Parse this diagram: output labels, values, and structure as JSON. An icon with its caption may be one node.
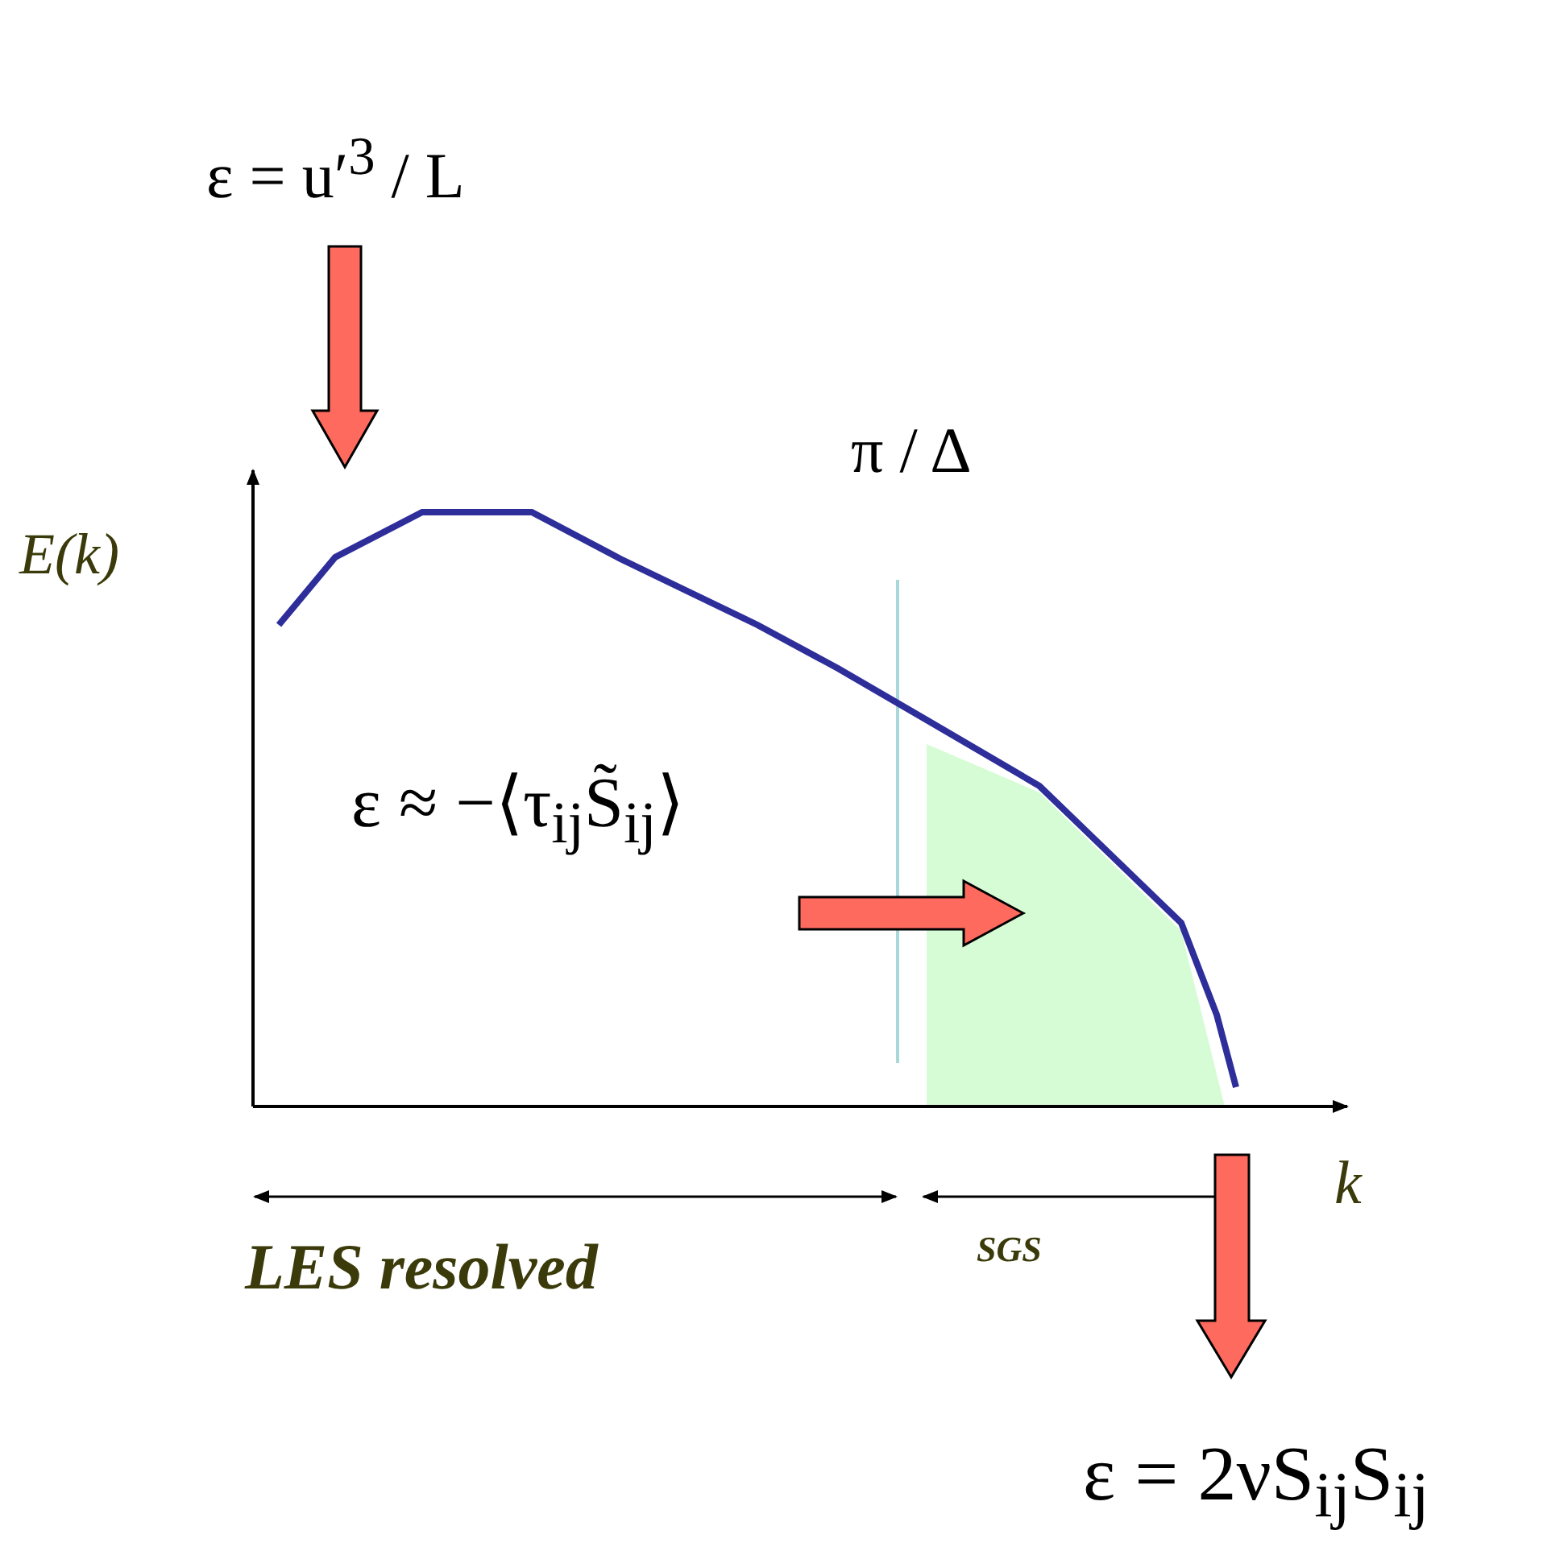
{
  "diagram": {
    "labels": [
      "ε = u′$^{3}$ / L",
      "E(k)",
      "π / Δ",
      "ε ≈ −⟨τ$_{ij}$S̃$_{ij}$⟩",
      "k",
      "LES resolved",
      "SGS",
      "ε = 2νS$_{ij}$S$_{ij}$"
    ]
  }
}
